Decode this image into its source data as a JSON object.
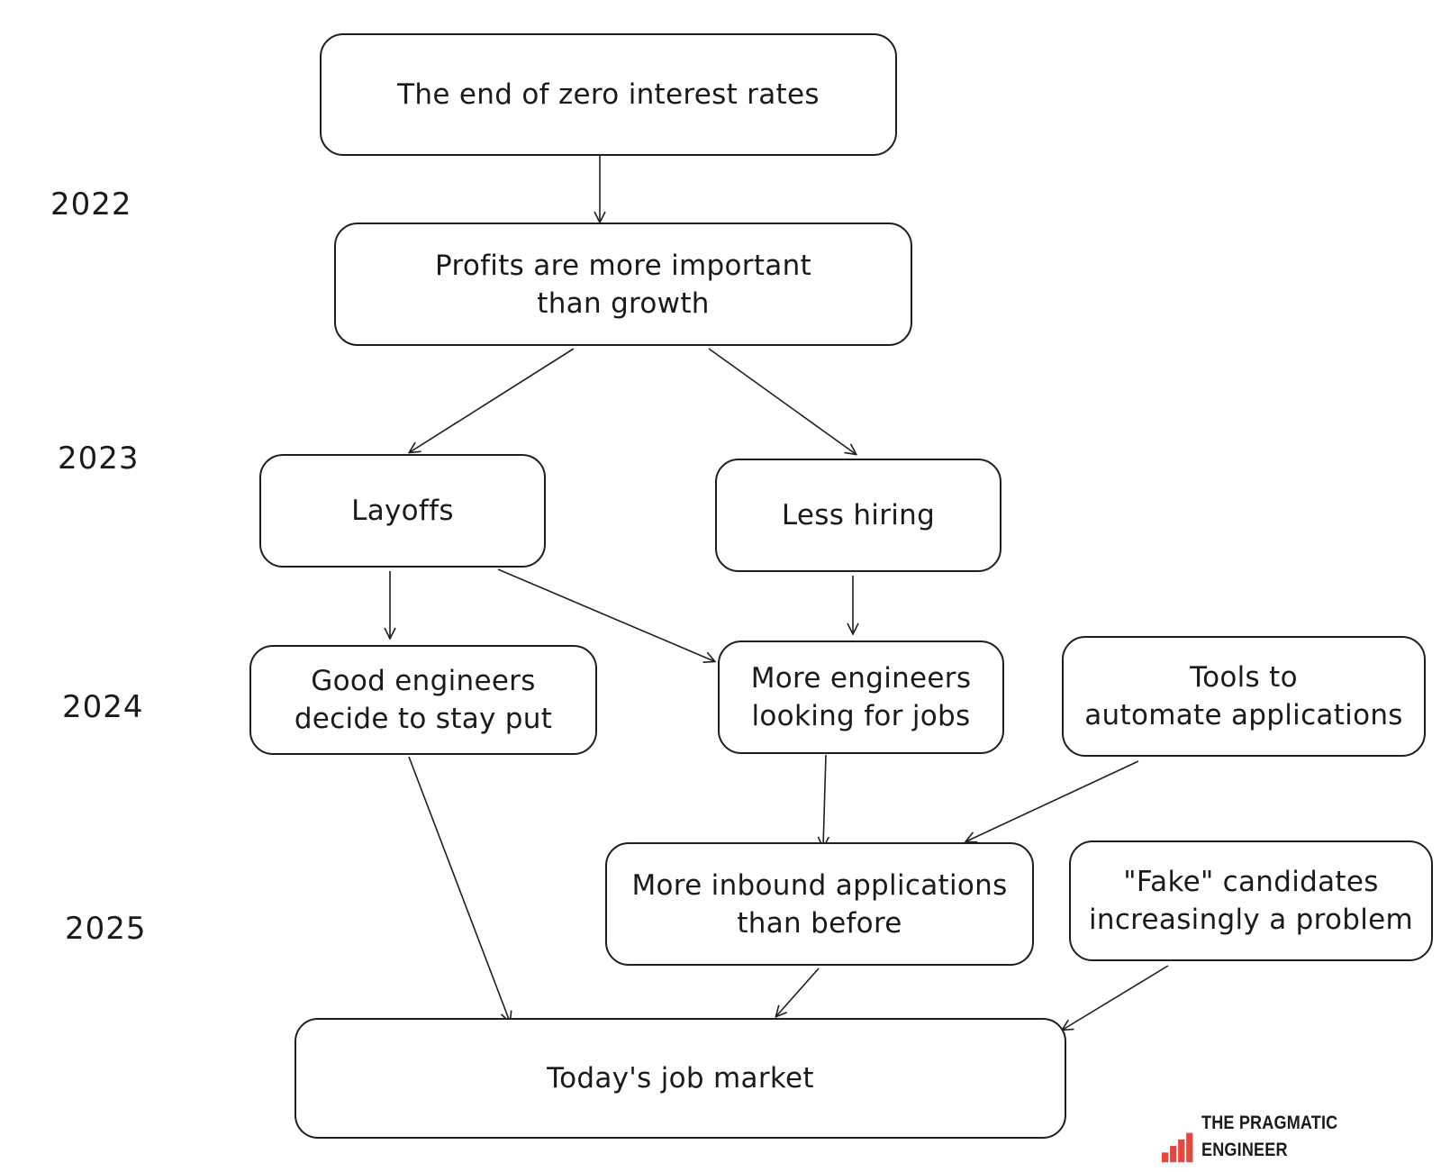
{
  "years": [
    "2022",
    "2023",
    "2024",
    "2025"
  ],
  "nodes": {
    "zero_rates": "The end of zero interest rates",
    "profits": "Profits are more important\nthan growth",
    "layoffs": "Layoffs",
    "less_hiring": "Less hiring",
    "good_engineers": "Good engineers\ndecide to stay put",
    "more_engineers": "More engineers\nlooking for jobs",
    "tools": "Tools to\nautomate applications",
    "inbound": "More inbound applications\nthan before",
    "fake": "\"Fake\" candidates\nincreasingly a problem",
    "job_market": "Today's job market"
  },
  "edges": [
    [
      "zero_rates",
      "profits"
    ],
    [
      "profits",
      "layoffs"
    ],
    [
      "profits",
      "less_hiring"
    ],
    [
      "layoffs",
      "good_engineers"
    ],
    [
      "layoffs",
      "more_engineers"
    ],
    [
      "less_hiring",
      "more_engineers"
    ],
    [
      "more_engineers",
      "inbound"
    ],
    [
      "tools",
      "inbound"
    ],
    [
      "good_engineers",
      "job_market"
    ],
    [
      "inbound",
      "job_market"
    ],
    [
      "fake",
      "job_market"
    ]
  ],
  "brand": {
    "name": "THE PRAGMATIC ENGINEER",
    "logo_color": "#e8463a"
  }
}
